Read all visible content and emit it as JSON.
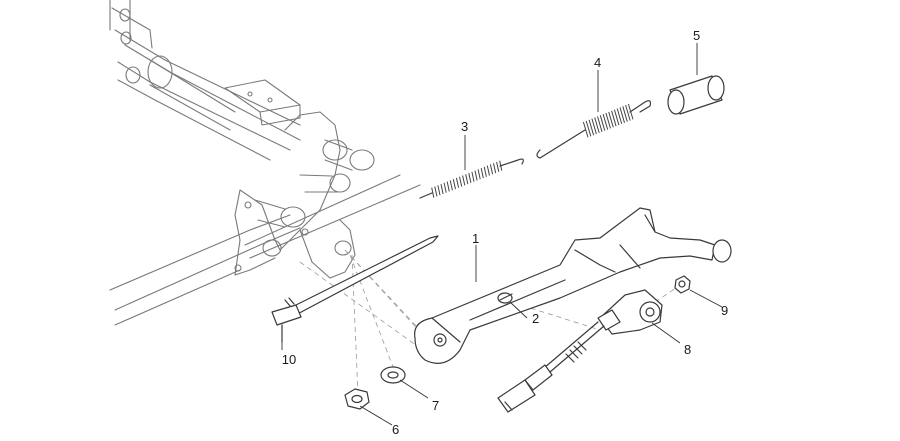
{
  "diagram": {
    "type": "exploded-parts-diagram",
    "callouts": [
      {
        "number": "1"
      },
      {
        "number": "2"
      },
      {
        "number": "3"
      },
      {
        "number": "4"
      },
      {
        "number": "5"
      },
      {
        "number": "6"
      },
      {
        "number": "7"
      },
      {
        "number": "8"
      },
      {
        "number": "9"
      },
      {
        "number": "10"
      }
    ]
  }
}
